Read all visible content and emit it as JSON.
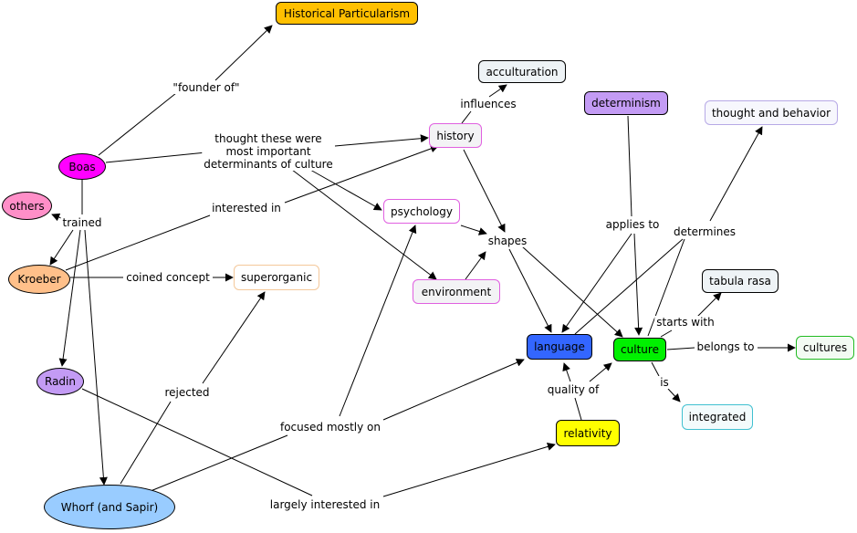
{
  "nodes": {
    "historical_particularism": {
      "label": "Historical Particularism",
      "fill": "#ffc000",
      "border": "#000000"
    },
    "acculturation": {
      "label": "acculturation",
      "fill": "#eef3f6",
      "border": "#000000"
    },
    "determinism": {
      "label": "determinism",
      "fill": "#c39bf4",
      "border": "#000000"
    },
    "thought_and_behavior": {
      "label": "thought and behavior",
      "fill": "#f7f7fd",
      "border": "#b7a9e6"
    },
    "boas": {
      "label": "Boas",
      "fill": "#ff00ff",
      "border": "#000000"
    },
    "history": {
      "label": "history",
      "fill": "#f3f3f5",
      "border": "#e060e0"
    },
    "others": {
      "label": "others",
      "fill": "#ff8fc8",
      "border": "#000000"
    },
    "psychology": {
      "label": "psychology",
      "fill": "#ffffff",
      "border": "#e060e0"
    },
    "kroeber": {
      "label": "Kroeber",
      "fill": "#ffc08a",
      "border": "#000000"
    },
    "superorganic": {
      "label": "superorganic",
      "fill": "#ffffff",
      "border": "#f4c89a"
    },
    "environment": {
      "label": "environment",
      "fill": "#f3f3f5",
      "border": "#e060e0"
    },
    "tabula_rasa": {
      "label": "tabula rasa",
      "fill": "#eef3f6",
      "border": "#000000"
    },
    "language": {
      "label": "language",
      "fill": "#3366ff",
      "border": "#000000"
    },
    "culture": {
      "label": "culture",
      "fill": "#00f000",
      "border": "#000000"
    },
    "cultures": {
      "label": "cultures",
      "fill": "#f3fbf3",
      "border": "#22bb22"
    },
    "radin": {
      "label": "Radin",
      "fill": "#c39bf4",
      "border": "#000000"
    },
    "integrated": {
      "label": "integrated",
      "fill": "#f3fbfc",
      "border": "#40c0d0"
    },
    "relativity": {
      "label": "relativity",
      "fill": "#ffff00",
      "border": "#000000"
    },
    "whorf": {
      "label": "Whorf (and Sapir)",
      "fill": "#99ccff",
      "border": "#000000"
    }
  },
  "links": {
    "founder_of": "\"founder of\"",
    "thought_important": "thought these were\nmost important\ndeterminants of culture",
    "trained": "trained",
    "interested_in": "interested in",
    "influences": "influences",
    "applies_to": "applies to",
    "determines": "determines",
    "shapes": "shapes",
    "coined_concept": "coined concept",
    "starts_with": "starts with",
    "belongs_to": "belongs to",
    "is": "is",
    "quality_of": "quality of",
    "rejected": "rejected",
    "focused_mostly_on": "focused mostly on",
    "largely_interested_in": "largely interested in"
  }
}
